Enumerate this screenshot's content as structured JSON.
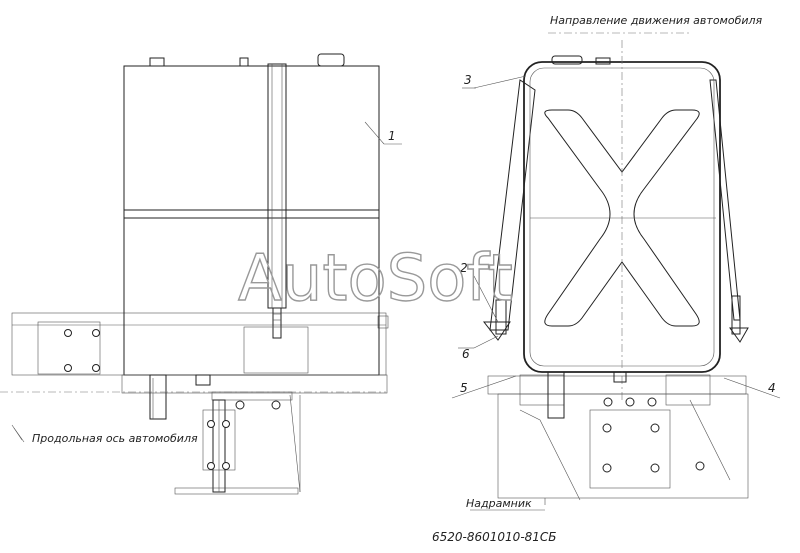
{
  "direction_label": "Направление движения автомобиля",
  "axis_label": "Продольная ось автомобиля",
  "frame_label": "Надрамник",
  "drawing_code": "6520-8601010-81СБ",
  "watermark": "AutoSoft",
  "callouts": {
    "c1": "1",
    "c2": "2",
    "c3": "3",
    "c4": "4",
    "c5": "5",
    "c6": "6"
  }
}
